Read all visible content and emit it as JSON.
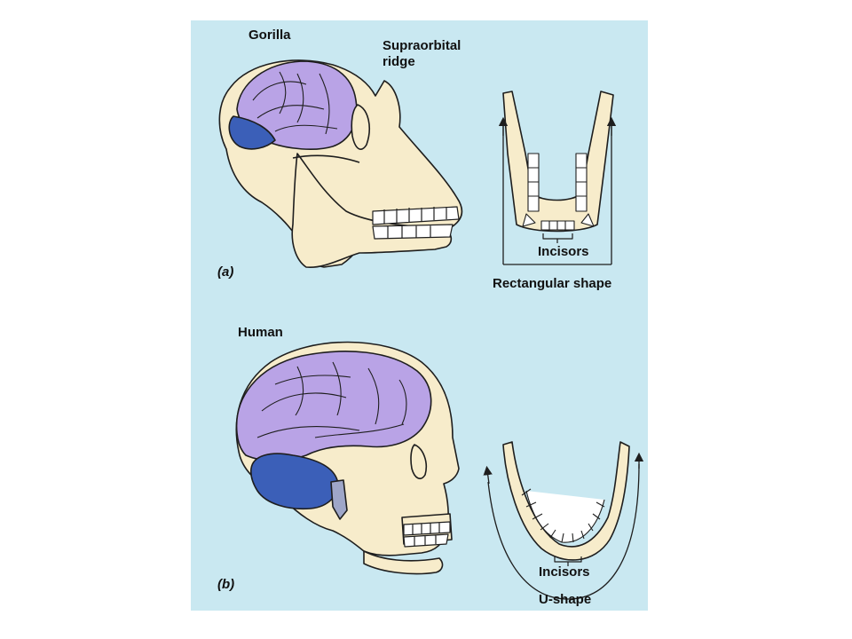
{
  "figure": {
    "colors": {
      "background": "#c9e8f1",
      "bone": "#f7eccb",
      "cerebrum": "#b9a3e6",
      "cerebellum": "#3b5fb8",
      "outline": "#1e1e1e"
    },
    "panel_a": {
      "letter": "(a)",
      "species": "Gorilla",
      "ridge_label_line1": "Supraorbital",
      "ridge_label_line2": "ridge",
      "incisors_label": "Incisors",
      "jaw_shape_label": "Rectangular shape"
    },
    "panel_b": {
      "letter": "(b)",
      "species": "Human",
      "incisors_label": "Incisors",
      "jaw_shape_label": "U-shape"
    }
  }
}
